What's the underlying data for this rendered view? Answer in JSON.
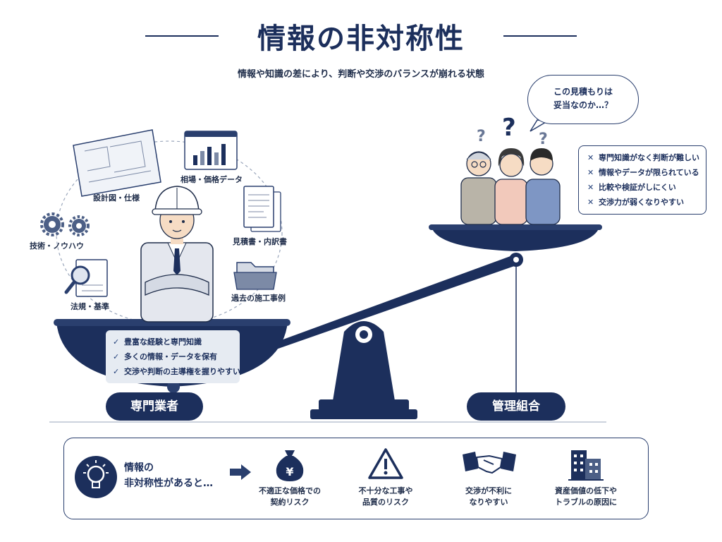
{
  "title": "情報の非対称性",
  "subtitle": "情報や知識の差により、判断や交渉のバランスが崩れる状態",
  "left_icons": {
    "design": "設計図・仕様",
    "market": "相場・価格データ",
    "tech": "技術・ノウハウ",
    "estimate": "見積書・内訳書",
    "law": "法規・基準",
    "cases": "過去の施工事例"
  },
  "contractor_card": [
    "豊富な経験と専門知識",
    "多くの情報・データを保有",
    "交渉や判断の主導権を握りやすい"
  ],
  "contractor_label": "専門業者",
  "association_label": "管理組合",
  "speech_bubble": [
    "この見積もりは",
    "妥当なのか…？"
  ],
  "association_issues": [
    "専門知識がなく判断が難しい",
    "情報やデータが限られている",
    "比較や検証がしにくい",
    "交渉力が弱くなりやすい"
  ],
  "bottom": {
    "lead": [
      "情報の",
      "非対称性があると…"
    ],
    "risks": [
      {
        "icon": "money-bag-icon",
        "lines": [
          "不適正な価格での",
          "契約リスク"
        ]
      },
      {
        "icon": "warning-icon",
        "lines": [
          "不十分な工事や",
          "品質のリスク"
        ]
      },
      {
        "icon": "handshake-icon",
        "lines": [
          "交渉が不利に",
          "なりやすい"
        ]
      },
      {
        "icon": "building-icon",
        "lines": [
          "資産価値の低下や",
          "トラブルの原因に"
        ]
      }
    ]
  },
  "colors": {
    "navy": "#1c2f5c",
    "light": "#e6ebf2",
    "accent": "#2a3f6e"
  }
}
